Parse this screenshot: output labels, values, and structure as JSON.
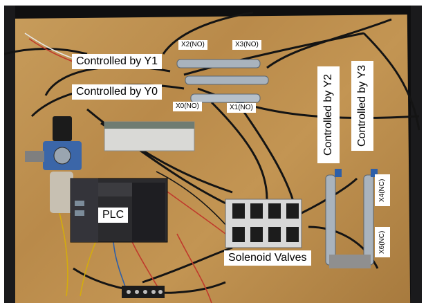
{
  "labels": {
    "controlled_y1": "Controlled by Y1",
    "controlled_y0": "Controlled by Y0",
    "controlled_y2": "Controlled by Y2",
    "controlled_y3": "Controlled by Y3",
    "x2": "X2(NO)",
    "x3": "X3(NO)",
    "x0": "X0(NO)",
    "x1": "X1(NO)",
    "x4": "X4(NC)",
    "x6": "X6(NC)",
    "plc": "PLC",
    "solenoid_valves": "Solenoid Valves"
  },
  "colors": {
    "board": "#c39553",
    "background": "#0f0f10",
    "wire_black": "#151515",
    "wire_red": "#c0392b",
    "wire_yellow": "#d4ac0d",
    "wire_blue": "#2e5fa8",
    "wire_white": "#e8e8e8"
  }
}
